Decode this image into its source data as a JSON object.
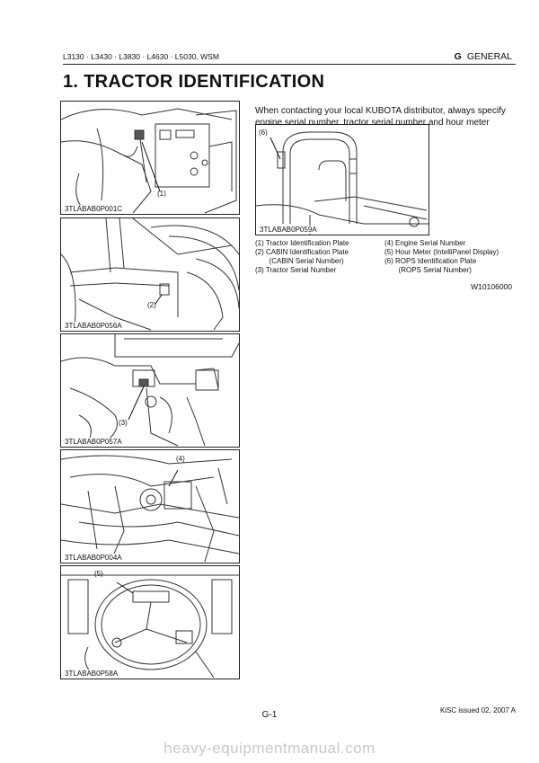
{
  "header": {
    "models": "L3130 · L3430 · L3830 · L4630 · L5030, WSM",
    "section_letter": "G",
    "section_name": "GENERAL"
  },
  "title": "1.  TRACTOR  IDENTIFICATION",
  "intro": "When contacting your local KUBOTA distributor, always specify engine serial number, tractor serial number and hour meter reading.",
  "figures": [
    {
      "code": "3TLABAB0P001C",
      "callout": "(1)"
    },
    {
      "code": "3TLABAB0P056A",
      "callout": "(2)"
    },
    {
      "code": "3TLABAB0P057A",
      "callout": "(3)"
    },
    {
      "code": "3TLABAB0P004A",
      "callout": "(4)"
    },
    {
      "code": "3TLABAB0P58A",
      "callout": "(5)"
    }
  ],
  "right_figure": {
    "code": "3TLABAB0P059A",
    "callout": "(6)"
  },
  "legend": {
    "left": [
      "(1)  Tractor Identification Plate",
      "(2)  CABIN Identification Plate",
      "       (CABIN Serial Number)",
      "(3)  Tractor Serial Number"
    ],
    "right": [
      "(4)  Engine Serial Number",
      "(5)  Hour Meter (IntelliPanel Display)",
      "(6)  ROPS Identification Plate",
      "       (ROPS Serial Number)"
    ]
  },
  "reference": "W10106000",
  "footer": {
    "page": "G-1",
    "issued": "KiSC issued 02, 2007 A",
    "watermark": "heavy-equipmentmanual.com"
  }
}
